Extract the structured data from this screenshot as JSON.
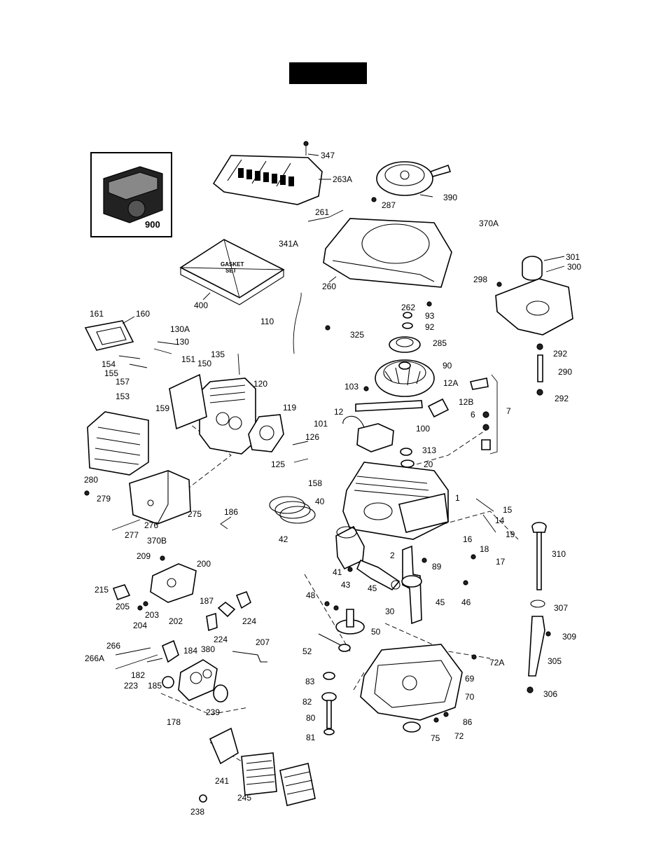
{
  "inset_label": "900",
  "gasket_set_label": [
    "GASKET",
    "SET"
  ],
  "callouts": {
    "c347": "347",
    "c263A": "263A",
    "c390": "390",
    "c287": "287",
    "c261": "261",
    "c341A": "341A",
    "c370A": "370A",
    "c260": "260",
    "c400": "400",
    "c301": "301",
    "c300": "300",
    "c298": "298",
    "c262": "262",
    "c93": "93",
    "c92": "92",
    "c325": "325",
    "c110": "110",
    "c285": "285",
    "c161": "161",
    "c160": "160",
    "c130A": "130A",
    "c130": "130",
    "c135": "135",
    "c151": "151",
    "c150": "150",
    "c154": "154",
    "c155": "155",
    "c157": "157",
    "c153": "153",
    "c159": "159",
    "c120": "120",
    "c90": "90",
    "c292a": "292",
    "c290": "290",
    "c292b": "292",
    "c103": "103",
    "c12A": "12A",
    "c12B": "12B",
    "c12": "12",
    "c7": "7",
    "c6": "6",
    "c119": "119",
    "c101": "101",
    "c100": "100",
    "c126": "126",
    "c125": "125",
    "c313": "313",
    "c20": "20",
    "c158": "158",
    "c280": "280",
    "c279": "279",
    "c275": "275",
    "c276": "276",
    "c277": "277",
    "c186": "186",
    "c40": "40",
    "c42": "42",
    "c1": "1",
    "c15": "15",
    "c14": "14",
    "c19": "19",
    "c16": "16",
    "c18": "18",
    "c17": "17",
    "c310": "310",
    "c370B": "370B",
    "c209": "209",
    "c200": "200",
    "c2": "2",
    "c89": "89",
    "c41": "41",
    "c43": "43",
    "c45a": "45",
    "c45b": "45",
    "c46": "46",
    "c215": "215",
    "c205": "205",
    "c203": "203",
    "c204": "204",
    "c202": "202",
    "c187": "187",
    "c224a": "224",
    "c224b": "224",
    "c48": "48",
    "c30": "30",
    "c307": "307",
    "c50": "50",
    "c309": "309",
    "c266": "266",
    "c266A": "266A",
    "c223": "223",
    "c182": "182",
    "c185": "185",
    "c184": "184",
    "c380": "380",
    "c207": "207",
    "c52": "52",
    "c72A": "72A",
    "c305": "305",
    "c83": "83",
    "c69": "69",
    "c306": "306",
    "c178": "178",
    "c239": "239",
    "c82": "82",
    "c70": "70",
    "c80": "80",
    "c86": "86",
    "c81": "81",
    "c75": "75",
    "c72": "72",
    "c241": "241",
    "c245": "245",
    "c238": "238"
  }
}
